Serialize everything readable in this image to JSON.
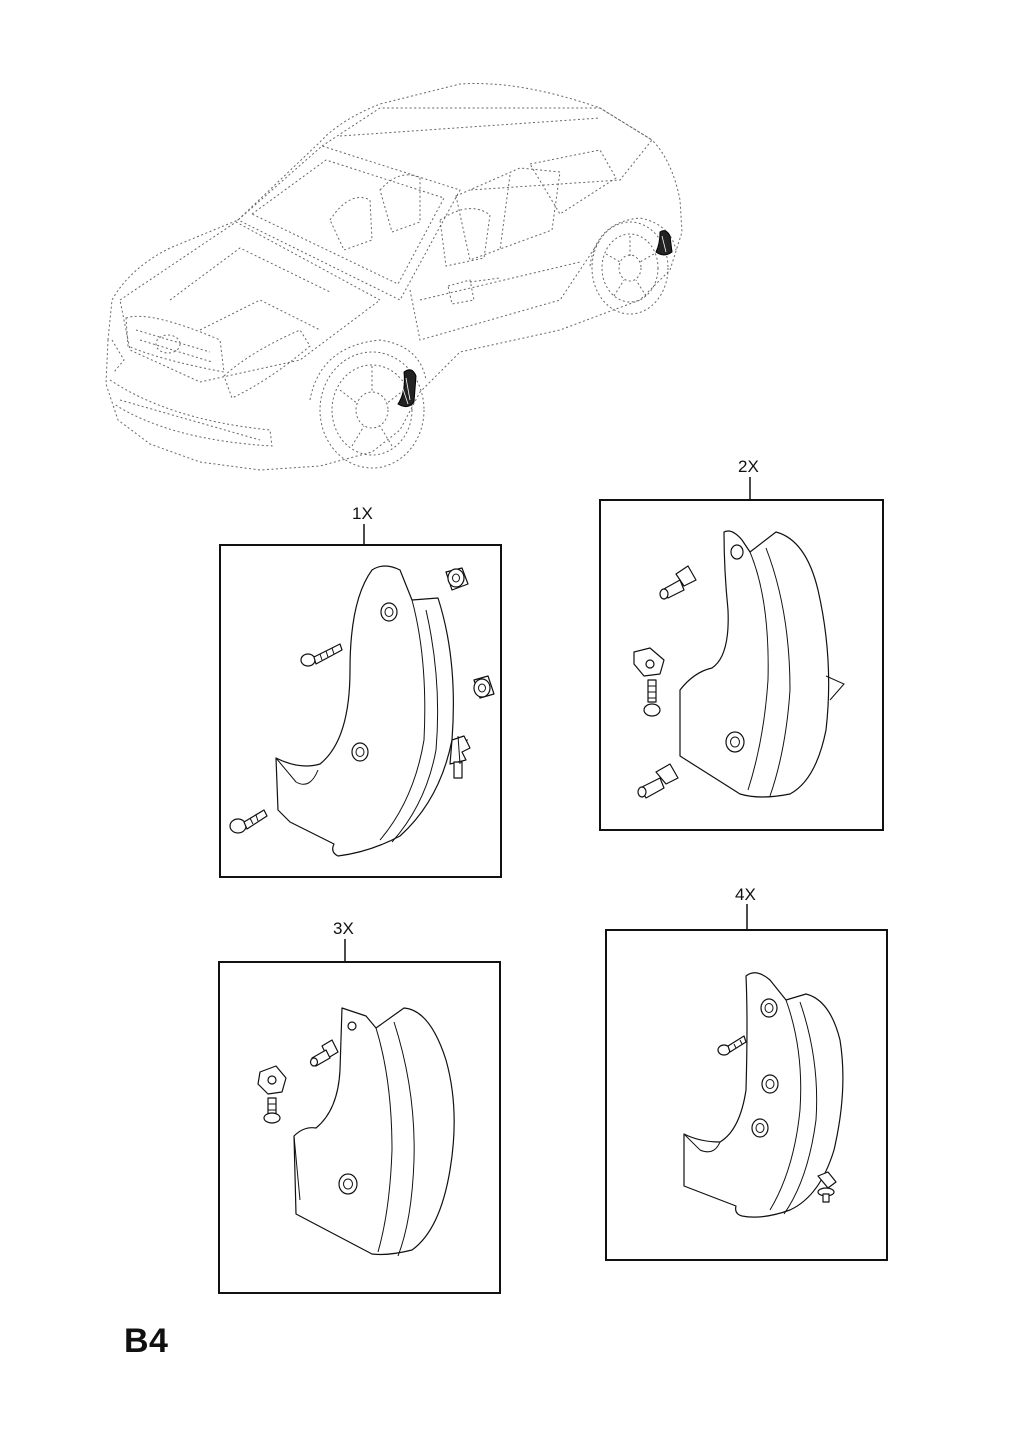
{
  "callouts": {
    "view1": "1X",
    "view2": "2X",
    "view3": "3X",
    "view4": "4X"
  },
  "page_code": "B4"
}
